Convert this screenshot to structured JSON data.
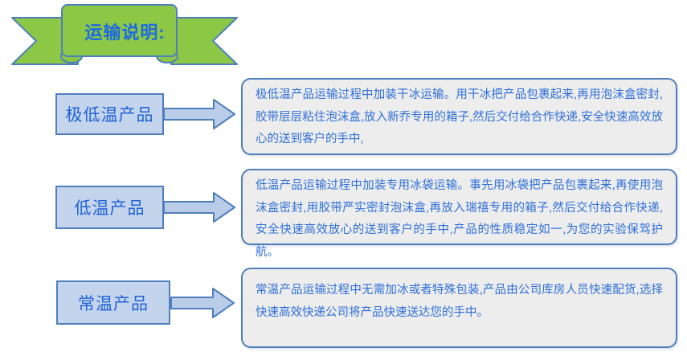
{
  "banner": {
    "title": "运输说明:"
  },
  "rows": [
    {
      "label": "极低温产品",
      "description": "极低温产品运输过程中加装干冰运输。用干冰把产品包裹起来,再用泡沫盒密封,胶带层层粘住泡沫盒,放入新乔专用的箱子,然后交付给合作快递,安全快速高效放心的送到客户的手中,"
    },
    {
      "label": "低温产品",
      "description": "低温产品运输过程中加装专用冰袋运输。事先用冰袋把产品包裹起来,再使用泡沫盒密封,用胶带严实密封泡沫盒,再放入瑞禧专用的箱子,然后交付给合作快递,安全快速高效放心的送到客户的手中,产品的性质稳定如一,为您的实验保驾护航。"
    },
    {
      "label": "常温产品",
      "description": "常温产品运输过程中无需加冰或者特殊包装,产品由公司库房人员快速配货,选择快速高效快递公司将产品快速送达您的手中。"
    }
  ],
  "colors": {
    "banner_green": "#8cc845",
    "outline_blue": "#4e7fbc",
    "label_fill": "#c4d4ec",
    "arrow_fill": "#bacde8",
    "panel_fill": "#ededed",
    "text_blue": "#2e6fd9",
    "title_blue": "#1e6ae0"
  }
}
